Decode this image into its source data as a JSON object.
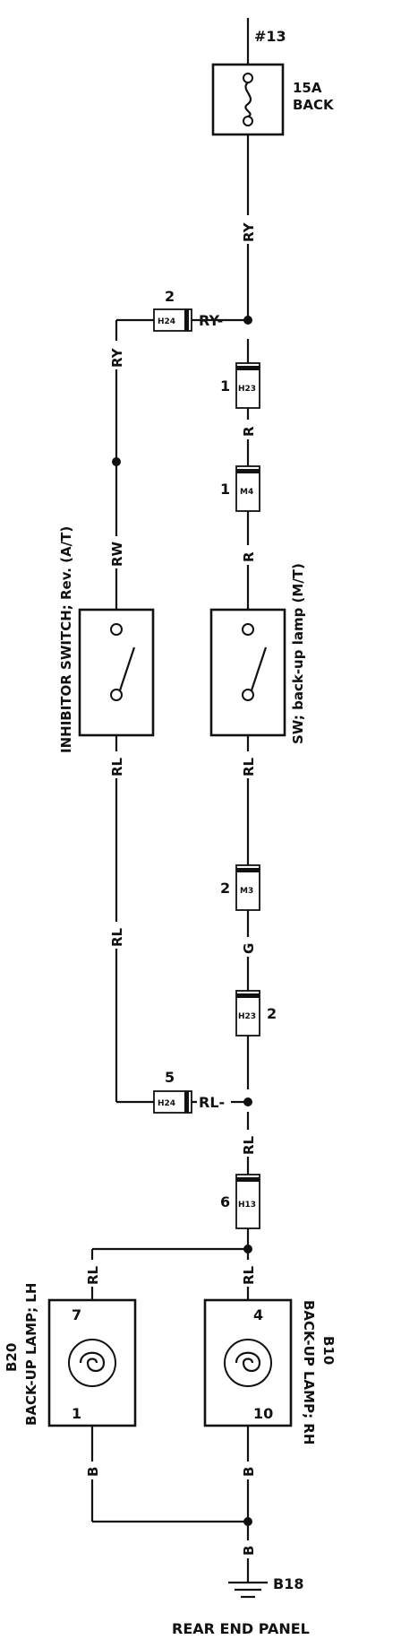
{
  "fuse": {
    "number": "#13",
    "rating": "15A",
    "name": "BACK"
  },
  "wires": {
    "ry_top": "RY",
    "ry_junction": "RY-",
    "ry_left": "RY",
    "r_upper": "R",
    "r_lower": "R",
    "rw": "RW",
    "rl_inhibitor": "RL",
    "rl_left_long": "RL",
    "rl_sw": "RL",
    "g": "G",
    "rl_h24_junction": "RL",
    "rl_h13_upper": "RL",
    "rl_lh_branch": "RL",
    "rl_rh_branch": "RL",
    "b_lh": "B",
    "b_rh": "B",
    "b_ground": "B"
  },
  "connectors": {
    "h24_top": {
      "code": "H24",
      "pin": "2"
    },
    "h23_top": {
      "code": "H23",
      "pin": "1"
    },
    "m4": {
      "code": "M4",
      "pin": "1"
    },
    "m3": {
      "code": "M3",
      "pin": "2"
    },
    "h23_bottom": {
      "code": "H23",
      "pin": "2"
    },
    "h24_bottom": {
      "code": "H24",
      "pin": "5"
    },
    "h13": {
      "code": "H13",
      "pin": "6"
    }
  },
  "switches": {
    "inhibitor": "INHIBITOR SWITCH; Rev. (A/T)",
    "backup_sw": "SW; back-up lamp (M/T)"
  },
  "lamps": {
    "lh": {
      "id": "B20",
      "name": "BACK-UP LAMP; LH",
      "pin_top": "7",
      "pin_bottom": "1"
    },
    "rh": {
      "id": "B10",
      "name": "BACK-UP LAMP; RH",
      "pin_top": "4",
      "pin_bottom": "10"
    }
  },
  "ground": {
    "id": "B18",
    "location": "REAR END PANEL"
  }
}
